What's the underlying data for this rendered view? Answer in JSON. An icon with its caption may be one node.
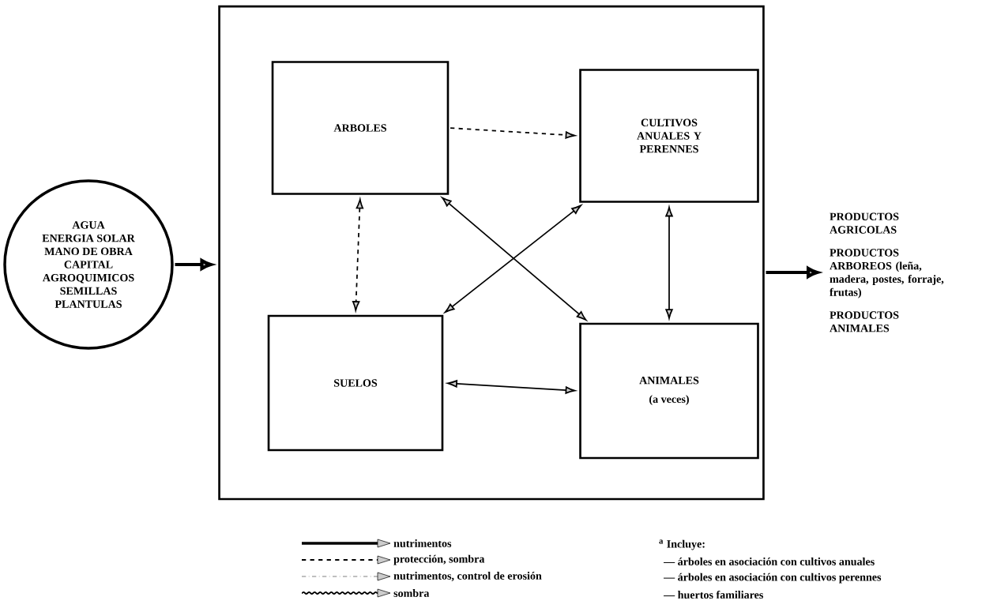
{
  "diagram": {
    "nodes": [
      {
        "text": [
          "AGUA",
          "ENERGIA SOLAR",
          "MANO DE OBRA",
          "CAPITAL",
          "AGROQUIMICOS",
          "SEMILLAS",
          "PLANTULAS"
        ]
      },
      {
        "text": [],
        "shape": "box"
      },
      {
        "text": [
          "ARBOLES"
        ],
        "in": 1
      },
      {
        "text": [
          "CULTIVOS ANUALES Y PERENNES"
        ],
        "in": 1
      },
      {
        "text": [
          "SUELOS"
        ],
        "in": 1
      },
      {
        "text": [
          "ANIMALES",
          "(a veces)"
        ],
        "in": 1
      },
      {
        "text": [
          "PRODUCTOS AGRICOLAS",
          "PRODUCTOS ARBOREOS (leña, madera, postes, forraje, frutas)",
          "PRODUCTOS ANIMALES"
        ]
      }
    ],
    "edges": [
      {
        "from": 0,
        "to": 1,
        "arrow": "to",
        "style": "thick"
      },
      {
        "from": 2,
        "to": 3,
        "arrow": "to",
        "style": "dashed"
      },
      {
        "from": 2,
        "to": 4,
        "arrow": "both",
        "style": "dashed"
      },
      {
        "from": 2,
        "to": 5,
        "arrow": "both"
      },
      {
        "from": 3,
        "to": 4,
        "arrow": "both"
      },
      {
        "from": 3,
        "to": 5,
        "arrow": "both"
      },
      {
        "from": 4,
        "to": 5,
        "arrow": "both"
      },
      {
        "from": 1,
        "to": 6,
        "arrow": "to",
        "style": "thick"
      }
    ],
    "labels": [
      "$^{a}$ Incluye:",
      "— árboles en asociación con cultivos anuales",
      "— árboles en asociación con cultivos perennes",
      "— huertos familiares"
    ],
    "legend": [
      {
        "text": "nutrimentos"
      },
      {
        "text": "protección, sombra"
      },
      {
        "text": "nutrimentos, control de erosión"
      },
      {
        "text": "sombra"
      }
    ]
  }
}
